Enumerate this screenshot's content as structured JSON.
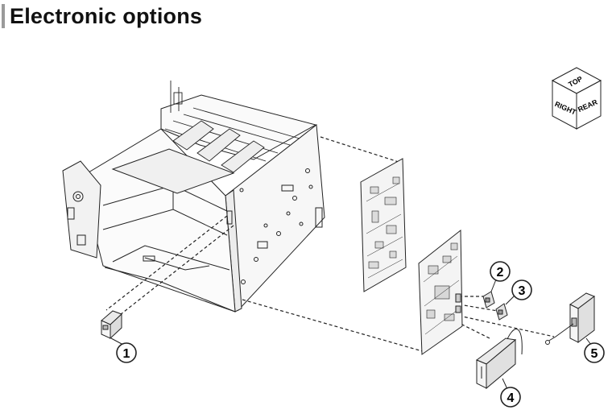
{
  "page": {
    "title": "Electronic options"
  },
  "orientation_cube": {
    "top": "TOP",
    "right": "RIGHT",
    "rear": "REAR"
  },
  "callouts": [
    "1",
    "2",
    "3",
    "4",
    "5"
  ],
  "colors": {
    "stroke": "#222222",
    "panel": "#f4f4f4",
    "accent": "#9a9a9a"
  }
}
